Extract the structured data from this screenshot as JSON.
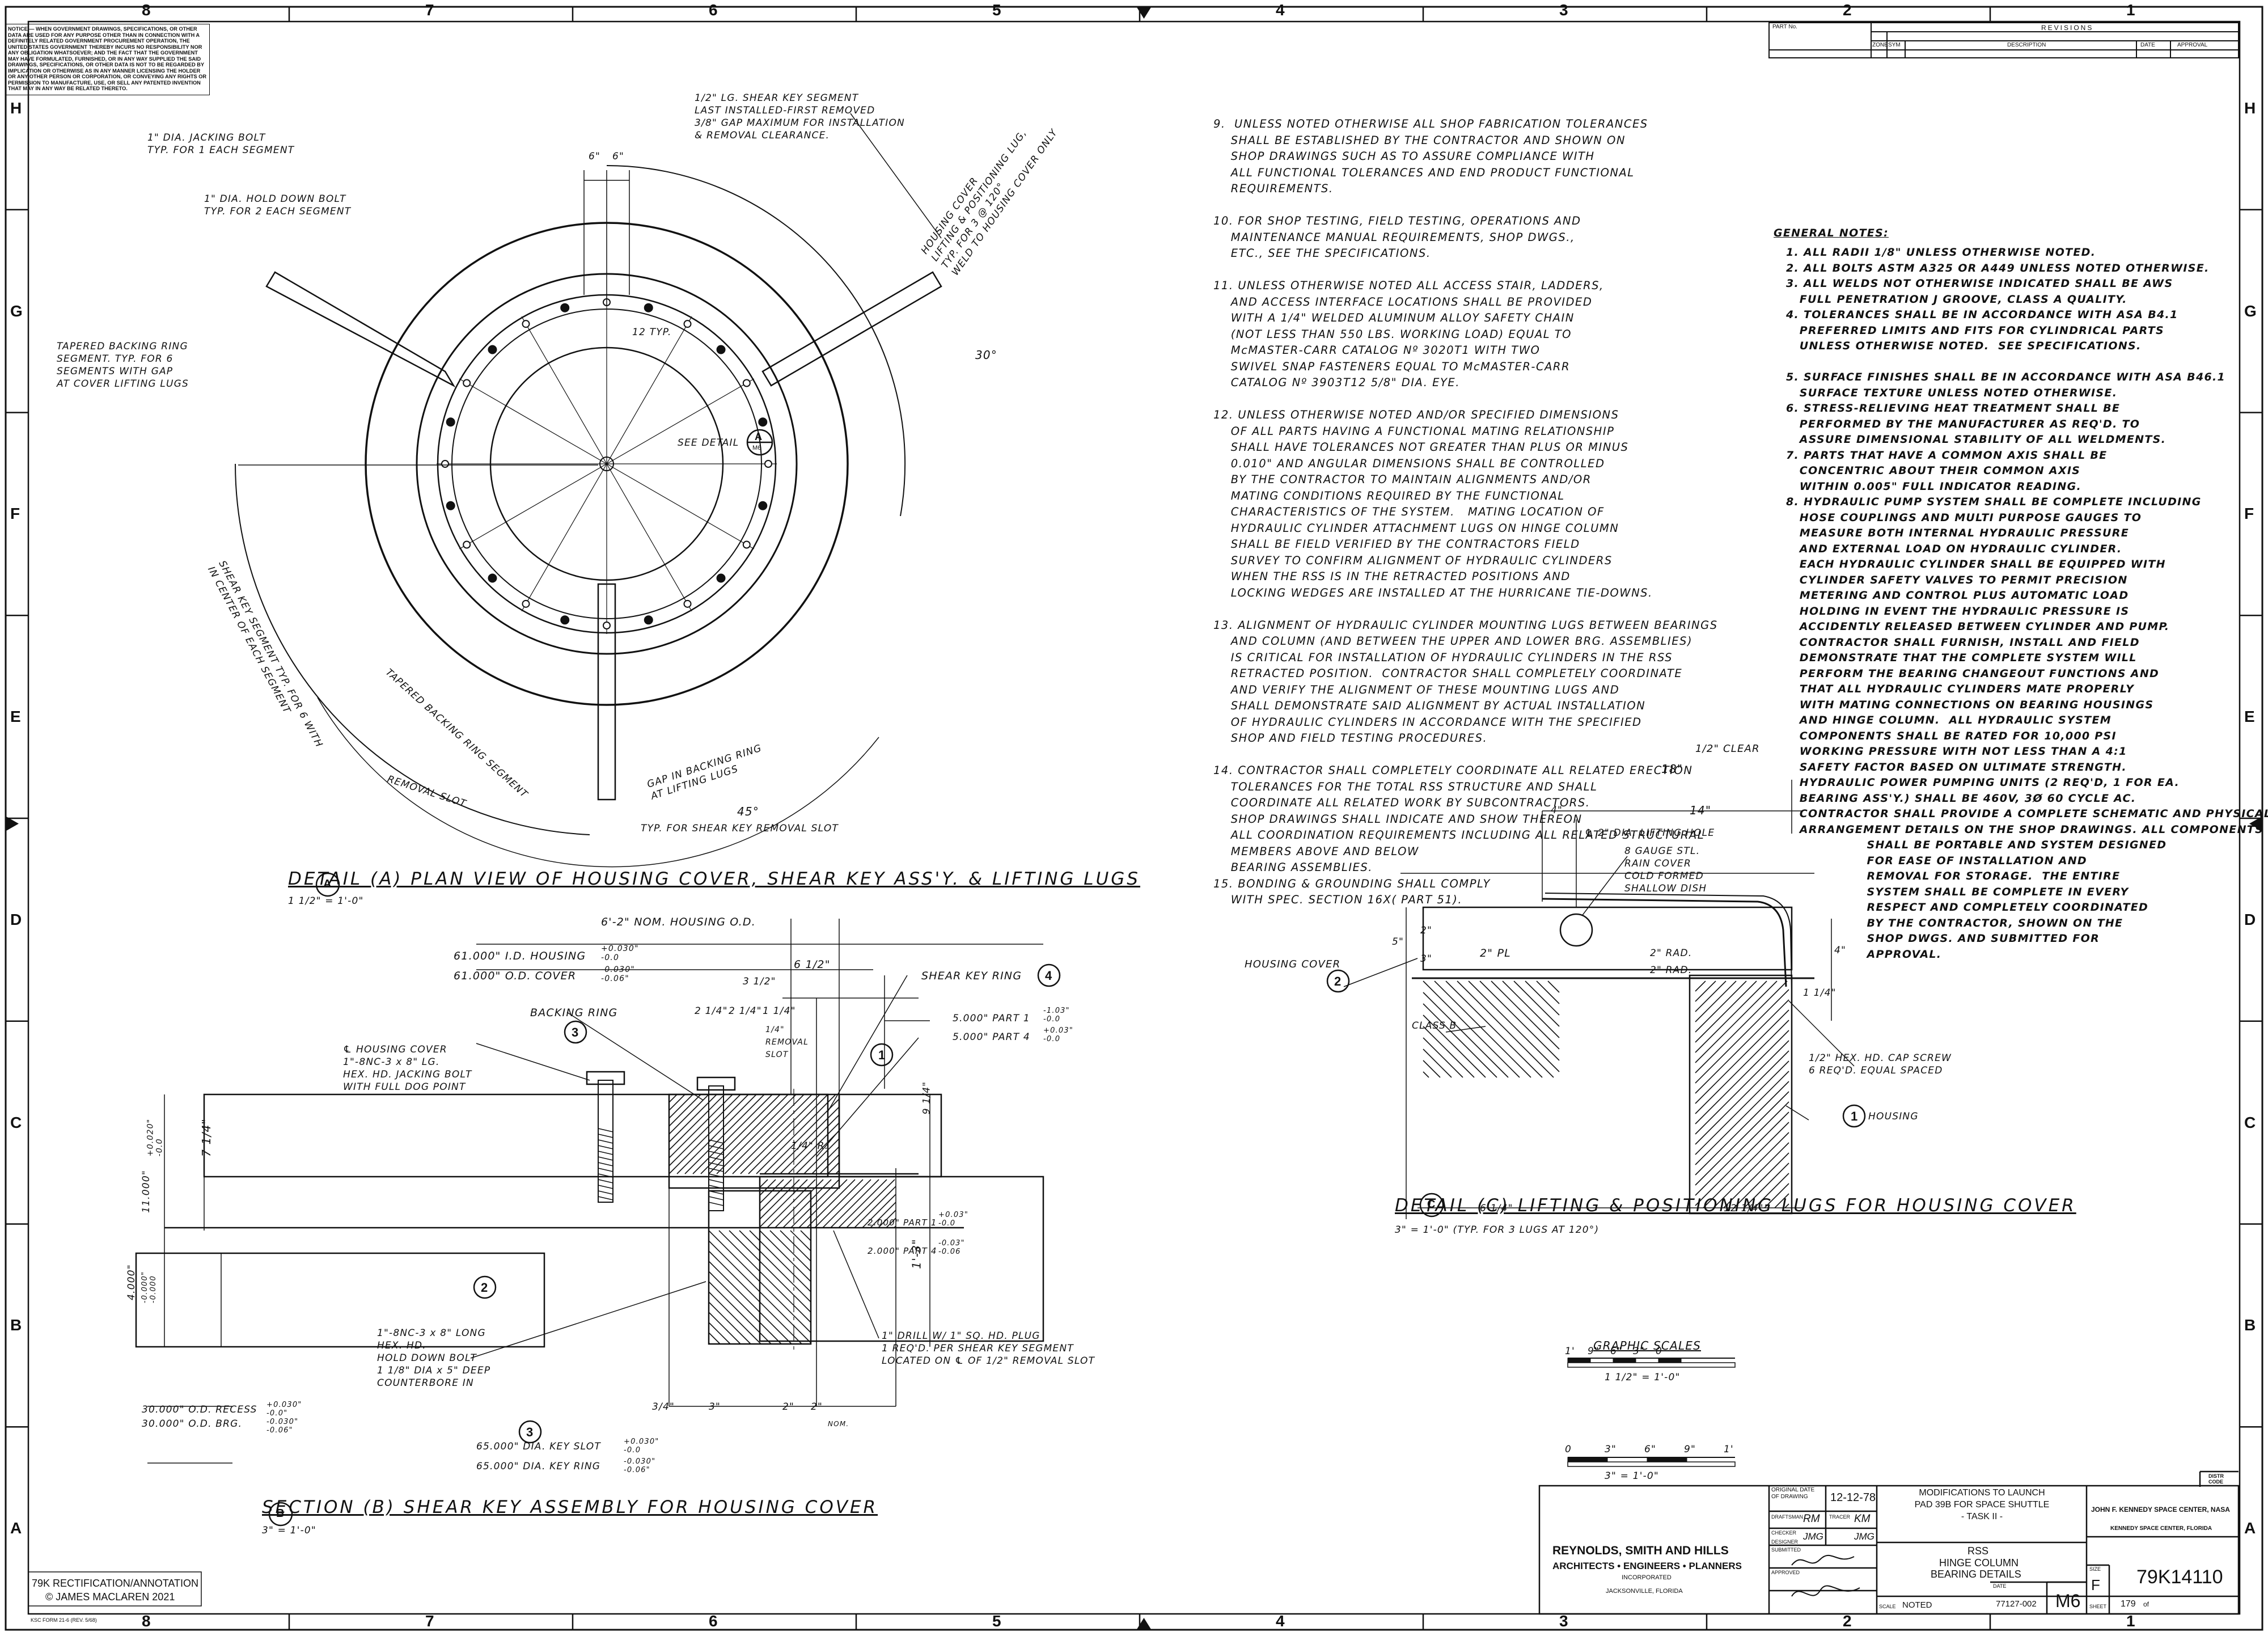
{
  "zones_top": [
    "8",
    "7",
    "6",
    "5",
    "4",
    "3",
    "2",
    "1"
  ],
  "zones_side": [
    "H",
    "G",
    "F",
    "E",
    "D",
    "C",
    "B",
    "A"
  ],
  "notice": "NOTICE — WHEN GOVERNMENT DRAWINGS, SPECIFICATIONS, OR OTHER DATA ARE USED FOR ANY PURPOSE OTHER THAN IN CONNECTION WITH A DEFINITELY RELATED GOVERNMENT PROCUREMENT OPERATION, THE UNITED STATES GOVERNMENT THEREBY INCURS NO RESPONSIBILITY NOR ANY OBLIGATION WHATSOEVER; AND THE FACT THAT THE GOVERNMENT MAY HAVE FORMULATED, FURNISHED, OR IN ANY WAY SUPPLIED THE SAID DRAWINGS, SPECIFICATIONS, OR OTHER DATA IS NOT TO BE REGARDED BY IMPLICATION OR OTHERWISE AS IN ANY MANNER LICENSING THE HOLDER OR ANY OTHER PERSON OR CORPORATION, OR CONVEYING ANY RIGHTS OR PERMISSION TO MANUFACTURE, USE, OR SELL ANY PATENTED INVENTION THAT MAY IN ANY WAY BE RELATED THERETO.",
  "revisions": {
    "part_no": "PART No.",
    "title": "REVISIONS",
    "cols": [
      "ZONE",
      "SYM",
      "DESCRIPTION",
      "DATE",
      "APPROVAL"
    ]
  },
  "plan_labels": {
    "shear_key": "1/2\" LG. SHEAR KEY SEGMENT\nLAST INSTALLED-FIRST REMOVED\n3/8\" GAP MAXIMUM FOR INSTALLATION\n& REMOVAL CLEARANCE.",
    "jacking_bolt": "1\" DIA. JACKING BOLT\nTYP. FOR 1 EACH SEGMENT",
    "hold_down": "1\" DIA. HOLD DOWN BOLT\nTYP. FOR 2 EACH SEGMENT",
    "tapered_ring": "TAPERED BACKING RING\nSEGMENT. TYP. FOR 6\nSEGMENTS WITH GAP\nAT COVER LIFTING LUGS",
    "lifting_lug": "HOUSING COVER\nLIFTING & POSITIONING LUG,\nTYP. FOR 3 @ 120°\nWELD TO HOUSING COVER ONLY",
    "dim_6a": "6\"",
    "dim_6b": "6\"",
    "dim_30": "30°",
    "dim_45": "45°",
    "typ_12": "12 TYP.",
    "see_detail": "SEE DETAIL",
    "gap": "GAP IN BACKING RING\nAT LIFTING LUGS",
    "shear_seg": "SHEAR KEY SEGMENT TYP. FOR 6 WITH\nIN CENTER OF EACH SEGMENT",
    "tapered_seg": "TAPERED BACKING RING SEGMENT",
    "removal_slot": "TYP. FOR SHEAR KEY REMOVAL SLOT",
    "removal_slot2": "REMOVAL SLOT"
  },
  "caption_a": "DETAIL (A) PLAN VIEW OF HOUSING COVER, SHEAR KEY ASS'Y. & LIFTING LUGS",
  "caption_a_scale": "1 1/2\" = 1'-0\"",
  "section_labels": {
    "nom_od": "6'-2\" NOM. HOUSING O.D.",
    "id_housing": "61.000\" I.D. HOUSING",
    "id_tol": "+0.030\"\n-0.0",
    "od_cover": "61.000\" O.D. COVER",
    "od_tol": "-0.030\"\n-0.06\"",
    "dim_6_5": "6 1/2\"",
    "dim_3_5": "3 1/2\"",
    "backing_ring": "BACKING RING",
    "shear_key_ring": "SHEAR KEY RING",
    "housing_cover": "℄ HOUSING COVER\n1\"-8NC-3 x 8\" LG.\nHEX. HD. JACKING BOLT\nWITH FULL DOG POINT",
    "part1": "5.000\" PART 1",
    "part1_tol": "-1.03\"\n-0.0",
    "part4": "5.000\" PART 4",
    "part4_tol": "+0.03\"\n-0.0",
    "removal": "1/4\" REMOVAL SLOT",
    "dim_2_25a": "2 1/4\"",
    "dim_2_25b": "2 1/4\"",
    "dim_1_25": "1 1/4\"",
    "part1b": "2.000\" PART 1",
    "part1b_tol": "+0.03\"\n-0.0",
    "part4b": "2.000\" PART 4",
    "part4b_tol": "-0.03\"\n-0.06",
    "dim_7_25": "7 1/4\"",
    "dim_13": "1'-3\"",
    "dim_9_25": "9 1/4\"",
    "dim_4": "4.000\"",
    "dim_11": "11.000\"",
    "tol_11": "+0.020\"\n-0.0",
    "tol_4": "-0.000\"\n-0.000",
    "hold_bolt": "1\"-8NC-3 x 8\" LONG\nHEX. HD.\nHOLD DOWN BOLT\n1 1/8\" DIA x 5\" DEEP\nCOUNTERBORE IN",
    "drill": "1\" DRILL W/ 1\" SQ. HD. PLUG\n1 REQ'D. PER SHEAR KEY SEGMENT\nLOCATED ON ℄ OF 1/2\" REMOVAL SLOT",
    "recess": "30.000\" O.D. RECESS",
    "recess_tol": "+0.030\"\n-0.0\"",
    "brg": "30.000\" O.D. BRG.",
    "brg_tol": "-0.030\"\n-0.06\"",
    "key_slot": "65.000\" DIA. KEY SLOT",
    "key_slot_tol": "+0.030\"\n-0.0",
    "key_ring": "65.000\" DIA. KEY RING",
    "key_ring_tol": "-0.030\"\n-0.06\"",
    "dim_34": "3/4\"",
    "dim_3": "3\"",
    "dim_2": "2\"",
    "dim_2b": "2\"",
    "nom": "NOM.",
    "half_r": "1/4\" R."
  },
  "caption_b": "SECTION (B) SHEAR KEY ASSEMBLY FOR HOUSING COVER",
  "caption_b_scale": "3\" = 1'-0\"",
  "notes_list": "9.  UNLESS NOTED OTHERWISE ALL SHOP FABRICATION TOLERANCES\n    SHALL BE ESTABLISHED BY THE CONTRACTOR AND SHOWN ON\n    SHOP DRAWINGS SUCH AS TO ASSURE COMPLIANCE WITH\n    ALL FUNCTIONAL TOLERANCES AND END PRODUCT FUNCTIONAL\n    REQUIREMENTS.\n\n10. FOR SHOP TESTING, FIELD TESTING, OPERATIONS AND\n    MAINTENANCE MANUAL REQUIREMENTS, SHOP DWGS.,\n    ETC., SEE THE SPECIFICATIONS.\n\n11. UNLESS OTHERWISE NOTED ALL ACCESS STAIR, LADDERS,\n    AND ACCESS INTERFACE LOCATIONS SHALL BE PROVIDED\n    WITH A 1/4\" WELDED ALUMINUM ALLOY SAFETY CHAIN\n    (NOT LESS THAN 550 LBS. WORKING LOAD) EQUAL TO\n    McMASTER-CARR CATALOG Nº 3020T1 WITH TWO\n    SWIVEL SNAP FASTENERS EQUAL TO McMASTER-CARR\n    CATALOG Nº 3903T12 5/8\" DIA. EYE.\n\n12. UNLESS OTHERWISE NOTED AND/OR SPECIFIED DIMENSIONS\n    OF ALL PARTS HAVING A FUNCTIONAL MATING RELATIONSHIP\n    SHALL HAVE TOLERANCES NOT GREATER THAN PLUS OR MINUS\n    0.010\" AND ANGULAR DIMENSIONS SHALL BE CONTROLLED\n    BY THE CONTRACTOR TO MAINTAIN ALIGNMENTS AND/OR\n    MATING CONDITIONS REQUIRED BY THE FUNCTIONAL\n    CHARACTERISTICS OF THE SYSTEM.   MATING LOCATION OF\n    HYDRAULIC CYLINDER ATTACHMENT LUGS ON HINGE COLUMN\n    SHALL BE FIELD VERIFIED BY THE CONTRACTORS FIELD\n    SURVEY TO CONFIRM ALIGNMENT OF HYDRAULIC CYLINDERS\n    WHEN THE RSS IS IN THE RETRACTED POSITIONS AND\n    LOCKING WEDGES ARE INSTALLED AT THE HURRICANE TIE-DOWNS.\n\n13. ALIGNMENT OF HYDRAULIC CYLINDER MOUNTING LUGS BETWEEN BEARINGS\n    AND COLUMN (AND BETWEEN THE UPPER AND LOWER BRG. ASSEMBLIES)\n    IS CRITICAL FOR INSTALLATION OF HYDRAULIC CYLINDERS IN THE RSS\n    RETRACTED POSITION.  CONTRACTOR SHALL COMPLETELY COORDINATE\n    AND VERIFY THE ALIGNMENT OF THESE MOUNTING LUGS AND\n    SHALL DEMONSTRATE SAID ALIGNMENT BY ACTUAL INSTALLATION\n    OF HYDRAULIC CYLINDERS IN ACCORDANCE WITH THE SPECIFIED\n    SHOP AND FIELD TESTING PROCEDURES.\n\n14. CONTRACTOR SHALL COMPLETELY COORDINATE ALL RELATED ERECTION\n    TOLERANCES FOR THE TOTAL RSS STRUCTURE AND SHALL\n    COORDINATE ALL RELATED WORK BY SUBCONTRACTORS.\n    SHOP DRAWINGS SHALL INDICATE AND SHOW THEREON\n    ALL COORDINATION REQUIREMENTS INCLUDING ALL RELATED STRUCTURAL\n    MEMBERS ABOVE AND BELOW\n    BEARING ASSEMBLIES.\n15. BONDING & GROUNDING SHALL COMPLY\n    WITH SPEC. SECTION 16X( PART 51).",
  "general_notes_title": "GENERAL NOTES:",
  "general_notes": "1. ALL RADII 1/8\" UNLESS OTHERWISE NOTED.\n2. ALL BOLTS ASTM A325 OR A449 UNLESS NOTED OTHERWISE.\n3. ALL WELDS NOT OTHERWISE INDICATED SHALL BE AWS\n   FULL PENETRATION J GROOVE, CLASS A QUALITY.\n4. TOLERANCES SHALL BE IN ACCORDANCE WITH ASA B4.1\n   PREFERRED LIMITS AND FITS FOR CYLINDRICAL PARTS\n   UNLESS OTHERWISE NOTED.  SEE SPECIFICATIONS.\n\n5. SURFACE FINISHES SHALL BE IN ACCORDANCE WITH ASA B46.1\n   SURFACE TEXTURE UNLESS NOTED OTHERWISE.\n6. STRESS-RELIEVING HEAT TREATMENT SHALL BE\n   PERFORMED BY THE MANUFACTURER AS REQ'D. TO\n   ASSURE DIMENSIONAL STABILITY OF ALL WELDMENTS.\n7. PARTS THAT HAVE A COMMON AXIS SHALL BE\n   CONCENTRIC ABOUT THEIR COMMON AXIS\n   WITHIN 0.005\" FULL INDICATOR READING.\n8. HYDRAULIC PUMP SYSTEM SHALL BE COMPLETE INCLUDING\n   HOSE COUPLINGS AND MULTI PURPOSE GAUGES TO\n   MEASURE BOTH INTERNAL HYDRAULIC PRESSURE\n   AND EXTERNAL LOAD ON HYDRAULIC CYLINDER.\n   EACH HYDRAULIC CYLINDER SHALL BE EQUIPPED WITH\n   CYLINDER SAFETY VALVES TO PERMIT PRECISION\n   METERING AND CONTROL PLUS AUTOMATIC LOAD\n   HOLDING IN EVENT THE HYDRAULIC PRESSURE IS\n   ACCIDENTLY RELEASED BETWEEN CYLINDER AND PUMP.\n   CONTRACTOR SHALL FURNISH, INSTALL AND FIELD\n   DEMONSTRATE THAT THE COMPLETE SYSTEM WILL\n   PERFORM THE BEARING CHANGEOUT FUNCTIONS AND\n   THAT ALL HYDRAULIC CYLINDERS MATE PROPERLY\n   WITH MATING CONNECTIONS ON BEARING HOUSINGS\n   AND HINGE COLUMN.  ALL HYDRAULIC SYSTEM\n   COMPONENTS SHALL BE RATED FOR 10,000 PSI\n   WORKING PRESSURE WITH NOT LESS THAN A 4:1\n   SAFETY FACTOR BASED ON ULTIMATE STRENGTH.\n   HYDRAULIC POWER PUMPING UNITS (2 REQ'D, 1 FOR EA.\n   BEARING ASS'Y.) SHALL BE 460V, 3Ø 60 CYCLE AC.\n   CONTRACTOR SHALL PROVIDE A COMPLETE SCHEMATIC AND PHYSICAL\n   ARRANGEMENT DETAILS ON THE SHOP DRAWINGS. ALL COMPONENTS\n                  SHALL BE PORTABLE AND SYSTEM DESIGNED\n                  FOR EASE OF INSTALLATION AND\n                  REMOVAL FOR STORAGE.  THE ENTIRE\n                  SYSTEM SHALL BE COMPLETE IN EVERY\n                  RESPECT AND COMPLETELY COORDINATED\n                  BY THE CONTRACTOR, SHOWN ON THE\n                  SHOP DWGS. AND SUBMITTED FOR\n                  APPROVAL.",
  "detail_c_labels": {
    "clear": "1/2\" CLEAR",
    "dim_18": "18\"",
    "dim_4": "4\"",
    "dim_14": "14\"",
    "hole": "℄ 2\" DIA. LIFTING HOLE",
    "cover": "8 GAUGE STL.\nRAIN COVER\nCOLD FORMED\nSHALLOW DISH",
    "housing_cover": "HOUSING COVER",
    "class_b": "CLASS B",
    "plate": "2\" PL",
    "rad2a": "2\" RAD.",
    "rad2b": "2\" RAD.",
    "screw": "1/2\" HEX. HD. CAP SCREW\n6 REQ'D. EQUAL SPACED",
    "housing": "HOUSING",
    "dim_6_25": "6 1/4\"",
    "dim_12_25": "12 1/4\"",
    "dim_5": "5\"",
    "dim_3": "3\"",
    "dim_2": "2\"",
    "dim_1_25": "1 1/4\"",
    "dim_4v": "4\""
  },
  "caption_c": "DETAIL (C) LIFTING & POSITIONING LUGS FOR HOUSING COVER",
  "caption_c_scale": "3\" = 1'-0\" (TYP. FOR 3 LUGS AT 120°)",
  "scales": {
    "title": "GRAPHIC SCALES",
    "s1_ticks": [
      "1'",
      "9\"",
      "6\"",
      "3\"",
      "0"
    ],
    "s1_label": "1 1/2\" = 1'-0\"",
    "s2_ticks": [
      "0",
      "3\"",
      "6\"",
      "9\"",
      "1'"
    ],
    "s2_label": "3\" = 1'-0\""
  },
  "bubbles": {
    "b1": "1",
    "b2": "2",
    "b3": "3",
    "b4": "4",
    "a": "A",
    "m6": "M6"
  },
  "title_block": {
    "original_date_lbl": "ORIGINAL DATE\nOF DRAWING",
    "original_date": "12-12-78",
    "draftsman_lbl": "DRAFTSMAN",
    "draftsman": "RM",
    "tracer_lbl": "TRACER",
    "tracer": "KM",
    "checker_lbl": "CHECKER",
    "designer_lbl": "DESIGNER",
    "designer": "JMG",
    "checker": "JMG",
    "submitted_lbl": "SUBMITTED",
    "approved_lbl": "APPROVED",
    "firm": "REYNOLDS, SMITH AND HILLS",
    "firm_sub": "ARCHITECTS • ENGINEERS • PLANNERS",
    "inc": "INCORPORATED",
    "city": "JACKSONVILLE, FLORIDA",
    "mod": "MODIFICATIONS TO LAUNCH\nPAD 39B FOR SPACE SHUTTLE\n- TASK II -",
    "rss": "RSS",
    "hinge": "HINGE COLUMN",
    "bearing": "BEARING DETAILS",
    "date_lbl": "DATE",
    "scale_lbl": "SCALE",
    "scale_val": "NOTED",
    "job": "77127-002",
    "sheet_code": "M6",
    "agency": "JOHN F. KENNEDY SPACE CENTER, NASA",
    "agency_loc": "KENNEDY SPACE CENTER, FLORIDA",
    "size_lbl": "SIZE",
    "size": "F",
    "drawing_no": "79K14110",
    "sheet_lbl": "SHEET",
    "sheet_no": "179",
    "of": "of",
    "distr": "DISTR\nCODE"
  },
  "credits": {
    "line1": "79K RECTIFICATION/ANNOTATION",
    "line2": "© JAMES MACLAREN 2021"
  },
  "form_no": "KSC FORM 21-6 (REV. 5/68)"
}
